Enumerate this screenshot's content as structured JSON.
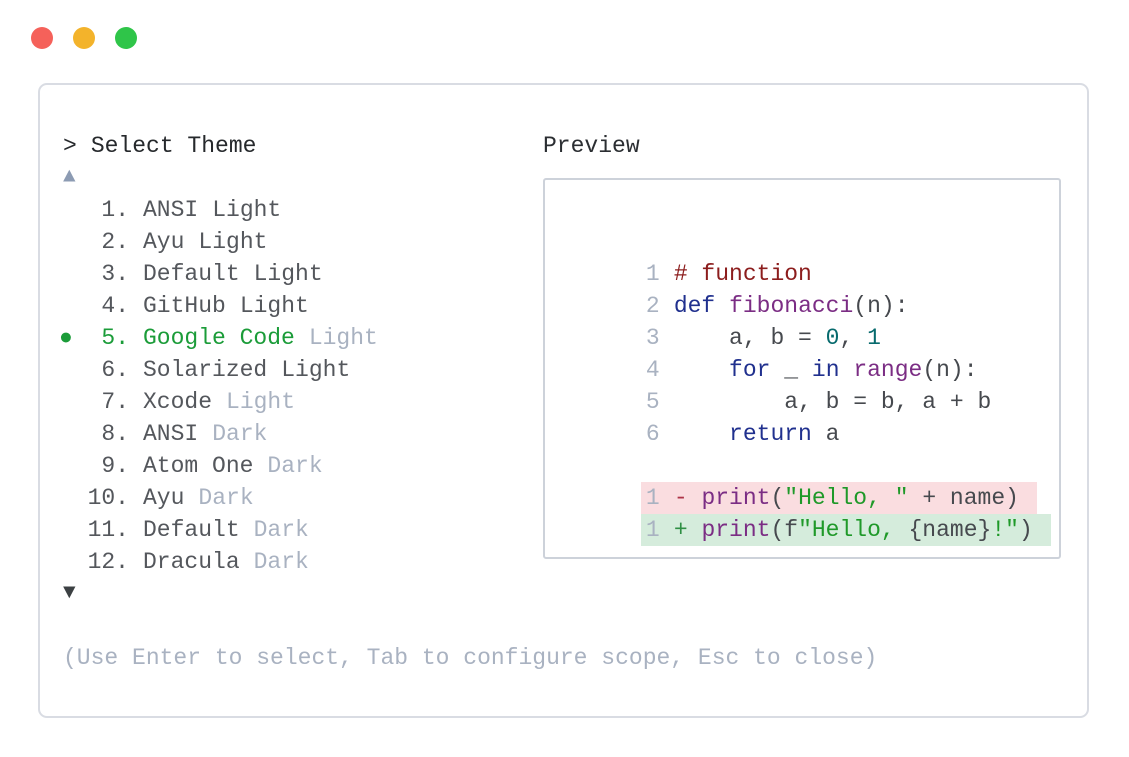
{
  "window": {
    "controls": [
      "close",
      "minimize",
      "zoom"
    ]
  },
  "selector": {
    "prompt": ">",
    "title": "Select Theme",
    "scroll_up_icon": "▲",
    "scroll_down_icon": "▼",
    "selected_marker": "●",
    "items": [
      {
        "number": "1.",
        "name": "ANSI",
        "variant": "Light",
        "variant_muted": false,
        "selected": false
      },
      {
        "number": "2.",
        "name": "Ayu",
        "variant": "Light",
        "variant_muted": false,
        "selected": false
      },
      {
        "number": "3.",
        "name": "Default",
        "variant": "Light",
        "variant_muted": false,
        "selected": false
      },
      {
        "number": "4.",
        "name": "GitHub",
        "variant": "Light",
        "variant_muted": false,
        "selected": false
      },
      {
        "number": "5.",
        "name": "Google Code",
        "variant": "Light",
        "variant_muted": true,
        "selected": true
      },
      {
        "number": "6.",
        "name": "Solarized",
        "variant": "Light",
        "variant_muted": false,
        "selected": false
      },
      {
        "number": "7.",
        "name": "Xcode",
        "variant": "Light",
        "variant_muted": true,
        "selected": false
      },
      {
        "number": "8.",
        "name": "ANSI",
        "variant": "Dark",
        "variant_muted": true,
        "selected": false
      },
      {
        "number": "9.",
        "name": "Atom One",
        "variant": "Dark",
        "variant_muted": true,
        "selected": false
      },
      {
        "number": "10.",
        "name": "Ayu",
        "variant": "Dark",
        "variant_muted": true,
        "selected": false
      },
      {
        "number": "11.",
        "name": "Default",
        "variant": "Dark",
        "variant_muted": true,
        "selected": false
      },
      {
        "number": "12.",
        "name": "Dracula",
        "variant": "Dark",
        "variant_muted": true,
        "selected": false
      }
    ],
    "help": "(Use Enter to select, Tab to configure scope, Esc to close)"
  },
  "preview": {
    "label": "Preview",
    "lines": [
      {
        "num": "1",
        "segments": [
          {
            "text": "# function",
            "role": "comment"
          }
        ]
      },
      {
        "num": "2",
        "segments": [
          {
            "text": "def",
            "role": "keyword"
          },
          {
            "text": " ",
            "role": "plain"
          },
          {
            "text": "fibonacci",
            "role": "function"
          },
          {
            "text": "(n):",
            "role": "plain"
          }
        ]
      },
      {
        "num": "3",
        "segments": [
          {
            "text": "    a, b = ",
            "role": "plain"
          },
          {
            "text": "0",
            "role": "number"
          },
          {
            "text": ", ",
            "role": "plain"
          },
          {
            "text": "1",
            "role": "number"
          }
        ]
      },
      {
        "num": "4",
        "segments": [
          {
            "text": "    ",
            "role": "plain"
          },
          {
            "text": "for",
            "role": "keyword"
          },
          {
            "text": " _ ",
            "role": "plain"
          },
          {
            "text": "in",
            "role": "keyword"
          },
          {
            "text": " ",
            "role": "plain"
          },
          {
            "text": "range",
            "role": "function"
          },
          {
            "text": "(n):",
            "role": "plain"
          }
        ]
      },
      {
        "num": "5",
        "segments": [
          {
            "text": "        a, b = b, a + b",
            "role": "plain"
          }
        ]
      },
      {
        "num": "6",
        "segments": [
          {
            "text": "    ",
            "role": "plain"
          },
          {
            "text": "return",
            "role": "keyword"
          },
          {
            "text": " a",
            "role": "plain"
          }
        ]
      }
    ],
    "diff_lines": [
      {
        "num": "1",
        "type": "removed",
        "sign": "-",
        "segments": [
          {
            "text": "-",
            "role": "minus"
          },
          {
            "text": " ",
            "role": "plain"
          },
          {
            "text": "print",
            "role": "function"
          },
          {
            "text": "(",
            "role": "plain"
          },
          {
            "text": "\"Hello, \"",
            "role": "string"
          },
          {
            "text": " + name)",
            "role": "plain"
          }
        ]
      },
      {
        "num": "1",
        "type": "added",
        "sign": "+",
        "segments": [
          {
            "text": "+",
            "role": "plus"
          },
          {
            "text": " ",
            "role": "plain"
          },
          {
            "text": "print",
            "role": "function"
          },
          {
            "text": "(f",
            "role": "plain"
          },
          {
            "text": "\"Hello, ",
            "role": "string"
          },
          {
            "text": "{name}",
            "role": "plain"
          },
          {
            "text": "!\"",
            "role": "string"
          },
          {
            "text": ")",
            "role": "plain"
          }
        ]
      }
    ]
  },
  "colors": {
    "window_red": "#f5615a",
    "window_yellow": "#f3b32b",
    "window_green": "#2fc549",
    "accent_green": "#1b9c39",
    "text_primary": "#26292c",
    "text_list": "#54575c",
    "text_muted": "#a9b2c1",
    "panel_border": "#d9dce3",
    "preview_border": "#cdd2da",
    "syntax": {
      "comment": "#8c1d1d",
      "keyword": "#20308e",
      "function": "#7b2d84",
      "number": "#076a6d",
      "string": "#1f9929",
      "plain": "#46494e",
      "line_number": "#a9b2c1"
    },
    "diff": {
      "removed_bg": "#fadde0",
      "added_bg": "#d5ecdc",
      "minus_sign": "#ad3448",
      "plus_sign": "#2f8f44"
    }
  }
}
